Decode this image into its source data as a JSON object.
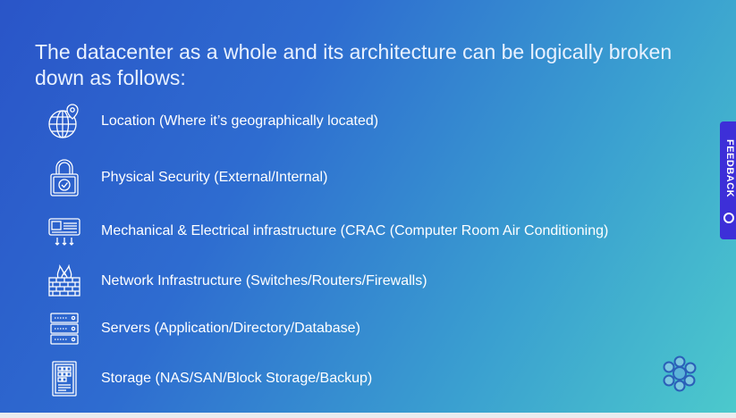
{
  "slide": {
    "title": "The datacenter as a whole and its architecture can be logically broken down as follows:",
    "items": [
      {
        "icon": "globe-location-icon",
        "label": "Location (Where it’s geographically located)"
      },
      {
        "icon": "padlock-icon",
        "label": "Physical Security (External/Internal)"
      },
      {
        "icon": "air-conditioner-icon",
        "label": "Mechanical & Electrical infrastructure (CRAC (Computer Room Air Conditioning)"
      },
      {
        "icon": "firewall-icon",
        "label": "Network Infrastructure (Switches/Routers/Firewalls)"
      },
      {
        "icon": "server-rack-icon",
        "label": "Servers (Application/Directory/Database)"
      },
      {
        "icon": "storage-unit-icon",
        "label": "Storage (NAS/SAN/Block Storage/Backup)"
      }
    ]
  },
  "feedback": {
    "label": "FEEDBACK"
  },
  "colors": {
    "text": "#ffffff",
    "feedback_tab": "#3d2fd8",
    "gradient_start": "#2a55c8",
    "gradient_end": "#4cc9cc"
  }
}
